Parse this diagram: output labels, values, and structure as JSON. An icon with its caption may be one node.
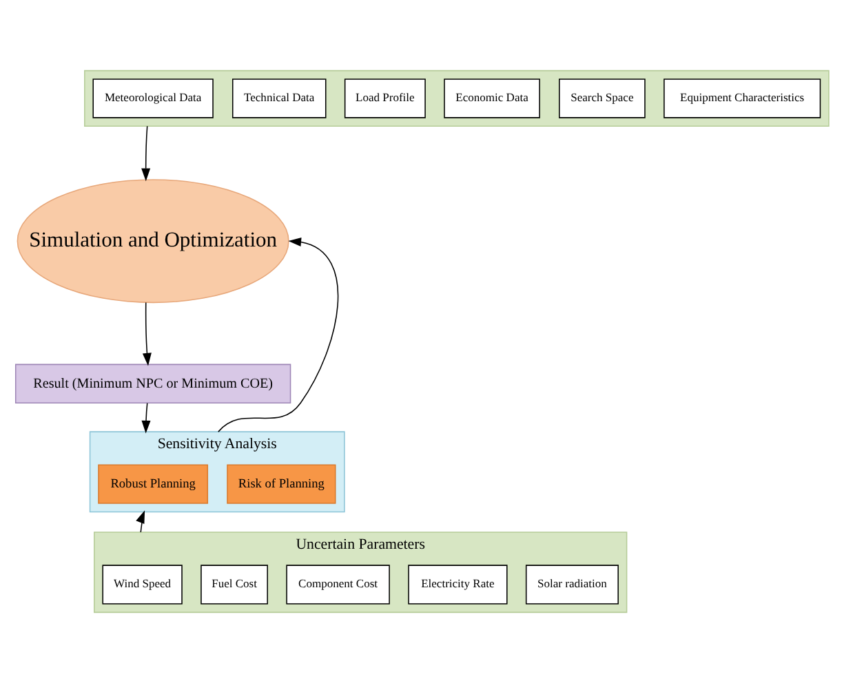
{
  "diagram": {
    "nodes": [
      {
        "text": [],
        "shape": "band"
      },
      {
        "text": [
          "Meteorological Data"
        ],
        "in": 0
      },
      {
        "text": [
          "Technical Data"
        ],
        "in": 0
      },
      {
        "text": [
          "Load Profile"
        ],
        "in": 0
      },
      {
        "text": [
          "Economic Data"
        ],
        "in": 0
      },
      {
        "text": [
          "Search Space"
        ],
        "in": 0
      },
      {
        "text": [
          "Equipment Characteristics"
        ],
        "in": 0
      },
      {
        "text": [
          "Simulation and Optimization"
        ]
      },
      {
        "text": [
          "Result (Minimum NPC or Minimum COE)"
        ]
      },
      {
        "text": [
          "Sensitivity Analysis"
        ]
      },
      {
        "text": [
          "Robust Planning"
        ],
        "in": 9
      },
      {
        "text": [
          "Risk of Planning"
        ],
        "in": 9
      },
      {
        "text": [
          "Uncertain Parameters"
        ]
      },
      {
        "text": [
          "Wind Speed"
        ],
        "in": 12
      },
      {
        "text": [
          "Fuel Cost"
        ],
        "in": 12
      },
      {
        "text": [
          "Component Cost"
        ],
        "in": 12
      },
      {
        "text": [
          "Electricity Rate"
        ],
        "in": 12
      },
      {
        "text": [
          "Solar radiation"
        ],
        "in": 12
      }
    ],
    "edges": [
      {
        "from": 0,
        "to": 7,
        "arrow": "to"
      },
      {
        "from": 7,
        "to": 8,
        "arrow": "to"
      },
      {
        "from": 8,
        "to": 9,
        "arrow": "to"
      },
      {
        "from": 12,
        "to": 9,
        "arrow": "to"
      },
      {
        "from": 9,
        "to": 7,
        "arrow": "to"
      }
    ]
  }
}
